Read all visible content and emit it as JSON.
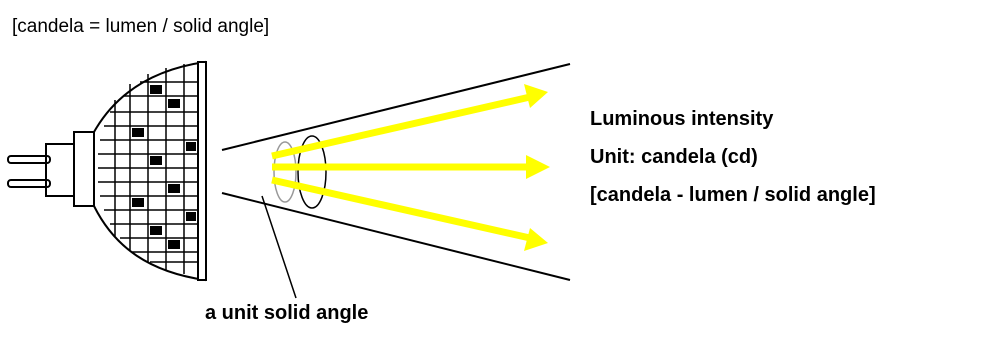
{
  "diagram": {
    "top_formula": "[candela = lumen / solid angle]",
    "intensity_title": "Luminous intensity",
    "intensity_unit": "Unit: candela (cd)",
    "intensity_formula": "[candela - lumen / solid angle]",
    "solid_angle_label": "a unit solid angle",
    "colors": {
      "arrow": "#ffff00",
      "line": "#000000",
      "background": "#ffffff"
    },
    "icons": [
      "bulb-icon"
    ]
  }
}
